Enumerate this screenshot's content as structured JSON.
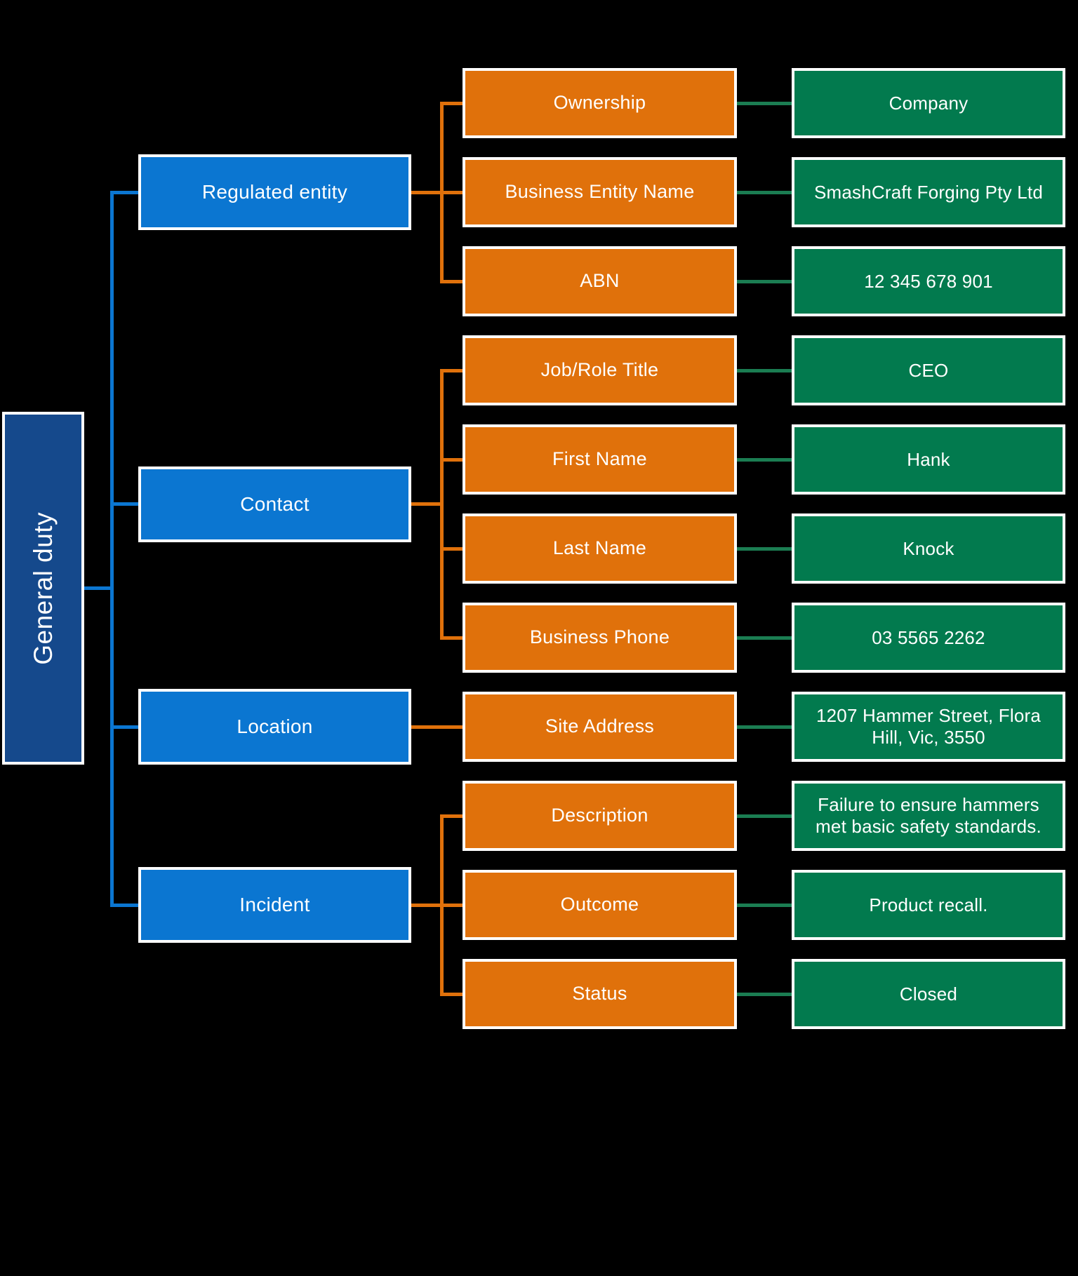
{
  "diagram": {
    "root": {
      "label": "General duty"
    },
    "groups": [
      {
        "label": "Regulated entity",
        "rows": [
          {
            "field": "Ownership",
            "value": "Company"
          },
          {
            "field": "Business Entity Name",
            "value": "SmashCraft Forging Pty Ltd"
          },
          {
            "field": "ABN",
            "value": "12 345 678 901"
          }
        ]
      },
      {
        "label": "Contact",
        "rows": [
          {
            "field": "Job/Role Title",
            "value": "CEO"
          },
          {
            "field": "First Name",
            "value": "Hank"
          },
          {
            "field": "Last Name",
            "value": "Knock"
          },
          {
            "field": "Business Phone",
            "value": "03 5565 2262"
          }
        ]
      },
      {
        "label": "Location",
        "rows": [
          {
            "field": "Site Address",
            "value": "1207 Hammer Street, Flora Hill, Vic, 3550"
          }
        ]
      },
      {
        "label": "Incident",
        "rows": [
          {
            "field": "Description",
            "value": "Failure to ensure hammers met basic safety standards."
          },
          {
            "field": "Outcome",
            "value": "Product recall."
          },
          {
            "field": "Status",
            "value": "Closed"
          }
        ]
      }
    ],
    "colors": {
      "background": "#000000",
      "root_navy": "#15498c",
      "category_blue": "#0b76d1",
      "field_orange": "#e0710b",
      "value_green": "#027a4e",
      "green_connector": "#1b7d52",
      "border_white": "#ffffff"
    }
  }
}
